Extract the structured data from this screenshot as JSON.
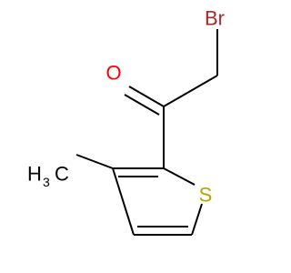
{
  "molecule": {
    "atoms": {
      "bromine": {
        "symbol": "Br",
        "color": "#a52a2a"
      },
      "oxygen": {
        "symbol": "O",
        "color": "#ff0000"
      },
      "sulfur": {
        "symbol": "S",
        "color": "#b8a400"
      },
      "methyl": {
        "symbol": "H",
        "subscript": "3",
        "suffix": "C",
        "color": "#000000"
      }
    },
    "bond_color": "#000000"
  }
}
